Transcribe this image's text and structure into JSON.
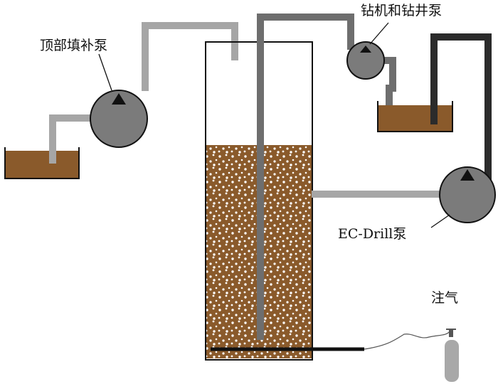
{
  "labels": {
    "top_pump": "顶部填补泵",
    "drill_pump": "钻机和钻井泵",
    "ec_drill_pump": "EC-Drill泵",
    "gas_injection": "注气"
  },
  "colors": {
    "liquid": "#8a5a2b",
    "light_pipe": "#a6a6a6",
    "mid_pipe": "#6e6e6e",
    "dark_pipe": "#2b2b2b",
    "pump_body": "#7b7b7b",
    "black_pipe": "#111111",
    "cylinder": "#a8a8a8"
  },
  "icons": {
    "pump": "pump-icon",
    "gas_cylinder": "gas-cylinder-icon"
  }
}
